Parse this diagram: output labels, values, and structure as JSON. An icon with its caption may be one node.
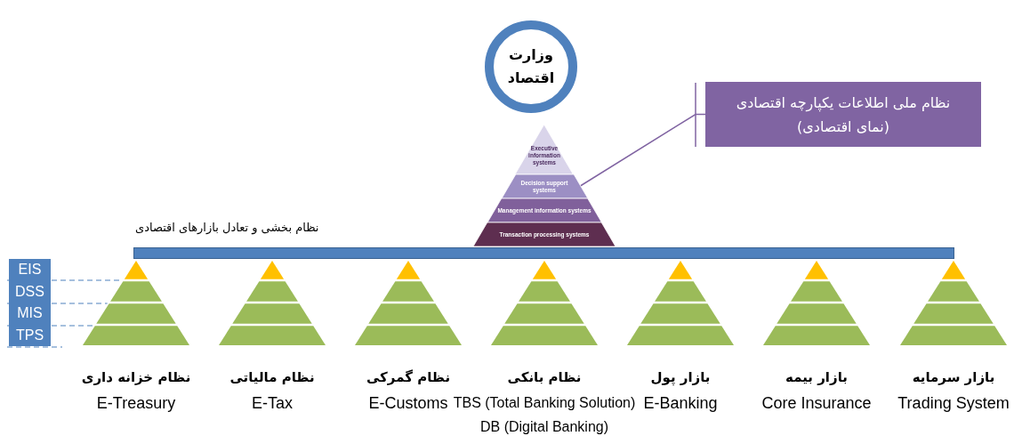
{
  "diagram": {
    "nodes": [
      {
        "text": [
          "وزارت اقتصاد"
        ]
      },
      {
        "text": [
          "نظام ملی اطلاعات یکپارچه اقتصادی (نمای اقتصادی)"
        ]
      },
      {
        "text": [
          "Executive information systems"
        ]
      },
      {
        "text": [
          "Decision support systems"
        ]
      },
      {
        "text": [
          "Management information systems"
        ]
      },
      {
        "text": [
          "Transaction processing systems"
        ]
      },
      {
        "text": [
          "نظام بخشی و تعادل بازارهای اقتصادی"
        ]
      },
      {
        "text": [],
        "shape": "pyramid",
        "beside": [
          "نظام خزانه داری",
          "E-Treasury"
        ]
      },
      {
        "text": [],
        "shape": "pyramid",
        "beside": [
          "نظام مالیاتی",
          "E-Tax"
        ]
      },
      {
        "text": [],
        "shape": "pyramid",
        "beside": [
          "نظام گمرکی",
          "E-Customs"
        ]
      },
      {
        "text": [],
        "shape": "pyramid",
        "beside": [
          "نظام بانکی",
          "TBS (Total Banking Solution)",
          "DB (Digital Banking)"
        ]
      },
      {
        "text": [],
        "shape": "pyramid",
        "beside": [
          "بازار پول",
          "E-Banking"
        ]
      },
      {
        "text": [],
        "shape": "pyramid",
        "beside": [
          "بازار بیمه",
          "Core Insurance"
        ]
      },
      {
        "text": [],
        "shape": "pyramid",
        "beside": [
          "بازار سرمایه",
          "Trading System"
        ]
      }
    ],
    "edges": [
      {
        "from": 1,
        "to": 3,
        "arrow": "none"
      }
    ],
    "labels": [
      "EIS",
      "DSS",
      "MIS",
      "TPS"
    ]
  }
}
